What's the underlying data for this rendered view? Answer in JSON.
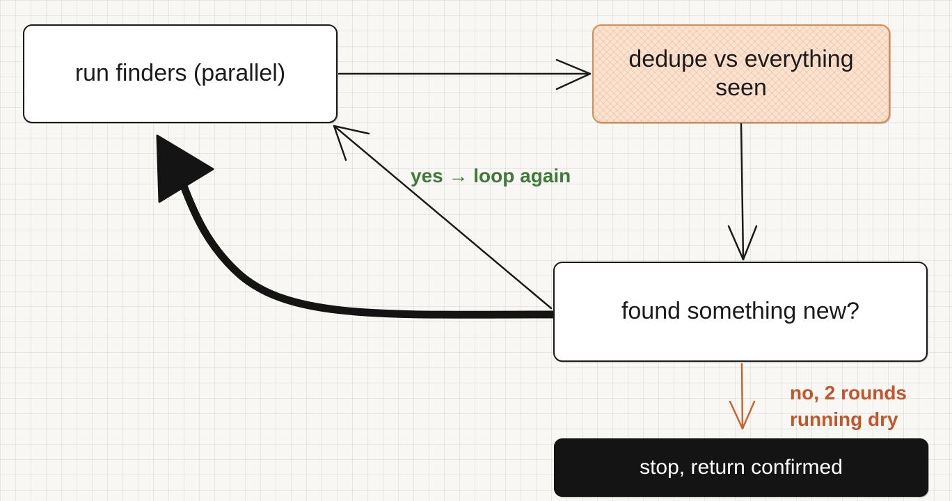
{
  "colors": {
    "ink": "#1b1b1b",
    "highlight_fill": "#fbe3d1",
    "highlight_stroke": "#e08a52",
    "terminal_fill": "#141414",
    "yes_label": "#3f7a3a",
    "no_label": "#c2562a",
    "no_arrow": "#c9652f"
  },
  "nodes": {
    "run_finders": {
      "label": "run finders (parallel)"
    },
    "dedupe": {
      "label": "dedupe vs everything seen"
    },
    "found_new": {
      "label": "found something new?"
    },
    "stop": {
      "label": "stop, return confirmed"
    }
  },
  "edges": {
    "yes": {
      "label": "yes → loop again"
    },
    "no": {
      "label_lines": [
        "no, 2 rounds",
        "running dry"
      ]
    }
  }
}
